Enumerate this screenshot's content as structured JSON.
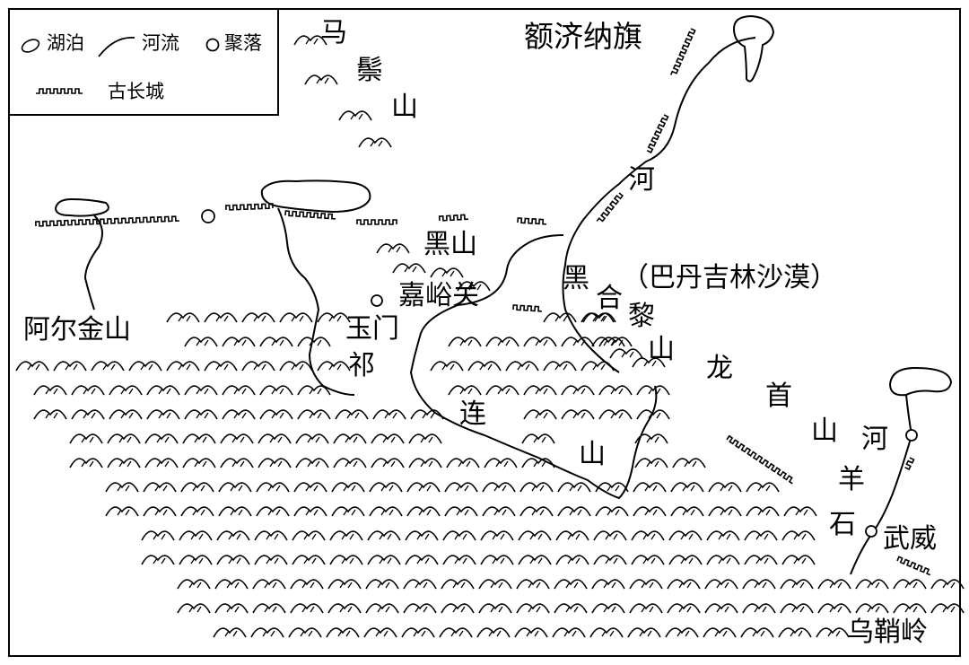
{
  "legend": {
    "lake": "湖泊",
    "river": "河流",
    "settlement": "聚落",
    "great_wall": "古长城"
  },
  "labels": {
    "ma": "马",
    "zong": "鬃",
    "shan_mazong": "山",
    "ejina": "额济纳旗",
    "he_heihe": "河",
    "heishan": "黑山",
    "jiayuguan": "嘉峪关",
    "hei": "黑",
    "he_junction": "合",
    "li": "黎",
    "shan_heli": "山",
    "badanjilin": "（巴丹吉林沙漠）",
    "aerjinshan": "阿尔金山",
    "yumen": "玉门",
    "qi": "祁",
    "lian": "连",
    "shan_qilian": "山",
    "long": "龙",
    "shou": "首",
    "shan_longshou": "山",
    "he_shiyang": "河",
    "yang": "羊",
    "shi": "石",
    "wuwei": "武威",
    "wushaoling": "乌鞘岭"
  },
  "colors": {
    "ink": "#000000",
    "background": "#ffffff"
  }
}
